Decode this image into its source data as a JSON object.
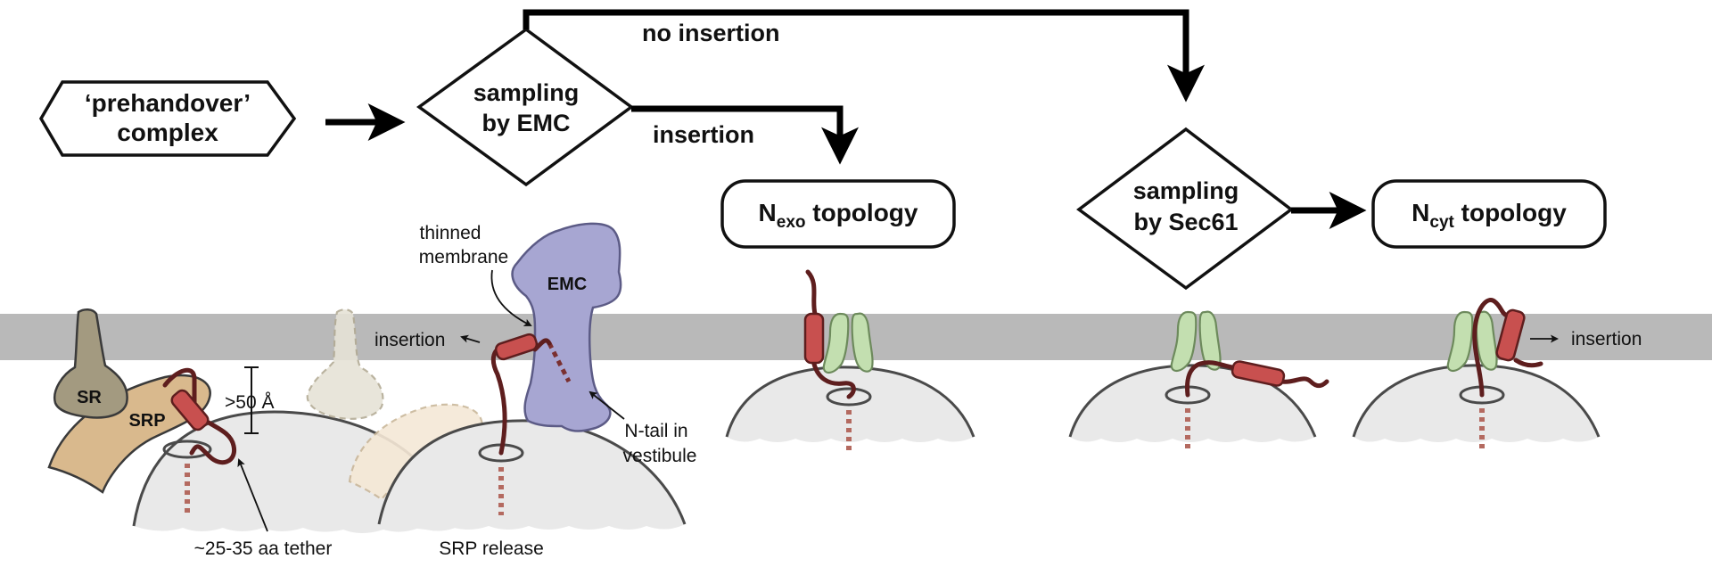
{
  "flow": {
    "prehandover_line1": "‘prehandover’",
    "prehandover_line2": "complex",
    "emc_decision_line1": "sampling",
    "emc_decision_line2": "by EMC",
    "no_insertion": "no insertion",
    "insertion": "insertion",
    "nexo_main": "N",
    "nexo_sub": "exo",
    "nexo_rest": " topology",
    "sec61_decision_line1": "sampling",
    "sec61_decision_line2": "by Sec61",
    "ncyt_main": "N",
    "ncyt_sub": "cyt",
    "ncyt_rest": " topology"
  },
  "labels": {
    "sr": "SR",
    "srp": "SRP",
    "distance": ">50 Å",
    "tether": "~25-35 aa tether",
    "srp_release": "SRP release",
    "insertion_left": "insertion",
    "thinned_line1": "thinned",
    "thinned_line2": "membrane",
    "emc": "EMC",
    "ntail_line1": "N-tail in",
    "ntail_line2": "vestibule",
    "insertion_right": "insertion"
  },
  "colors": {
    "membrane": "#b9b9b9",
    "ribosome": "#e9e9e9",
    "ribosome_outline": "#4a4a4a",
    "chain": "#5e1e1e",
    "helix": "#c8504f",
    "sec61": "#c3dfb0",
    "sec61_outline": "#6d8a5c",
    "emc": "#a7a6d2",
    "emc_outline": "#5c5b86",
    "srp": "#d9b98d",
    "sr": "#a39a80"
  }
}
